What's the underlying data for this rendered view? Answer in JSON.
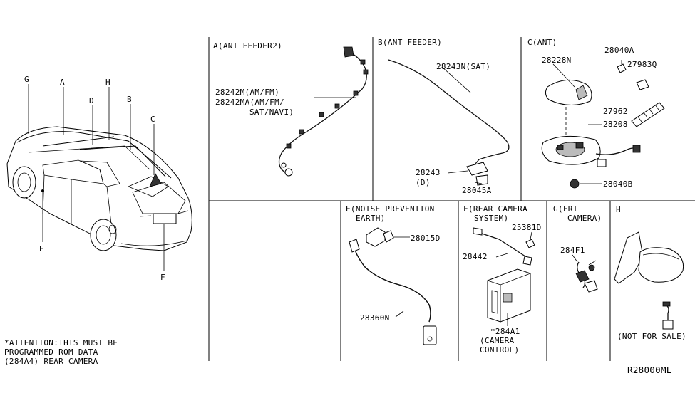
{
  "sections": {
    "a": {
      "title": "A(ANT FEEDER2)",
      "parts": [
        "28242M(AM/FM)",
        "28242MA(AM/FM/",
        "SAT/NAVI)"
      ]
    },
    "b": {
      "title": "B(ANT FEEDER)",
      "parts": [
        "28243N(SAT)",
        "28243",
        "(D)",
        "28045A"
      ]
    },
    "c": {
      "title": "C(ANT)",
      "parts": [
        "28228N",
        "28040A",
        "27983Q",
        "27962",
        "28208",
        "28040B"
      ]
    },
    "e": {
      "title_line1": "E(NOISE PREVENTION",
      "title_line2": "EARTH)",
      "parts": [
        "28015D",
        "28360N"
      ]
    },
    "f": {
      "title_line1": "F(REAR CAMERA",
      "title_line2": "SYSTEM)",
      "parts": [
        "25381D",
        "28442",
        "*284A1",
        "(CAMERA",
        "CONTROL)"
      ]
    },
    "g": {
      "title_line1": "G(FRT",
      "title_line2": "CAMERA)",
      "parts": [
        "284F1"
      ]
    },
    "h": {
      "title": "H",
      "note": "(NOT FOR SALE)"
    }
  },
  "vehicle_callouts": [
    "G",
    "A",
    "D",
    "H",
    "B",
    "C",
    "E",
    "F"
  ],
  "attention": [
    "*ATTENTION:THIS MUST BE",
    "PROGRAMMED ROM DATA",
    "(284A4) REAR CAMERA"
  ],
  "diagram_code": "R28000ML"
}
